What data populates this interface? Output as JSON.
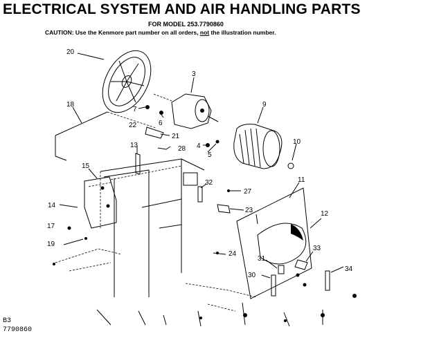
{
  "header": {
    "title": "ELECTRICAL SYSTEM AND AIR HANDLING PARTS",
    "model_line": "FOR MODEL 253.7790860",
    "caution_prefix": "CAUTION: Use the Kenmore part number on all orders, ",
    "caution_emph": "not",
    "caution_suffix": " the illustration number."
  },
  "footer": {
    "page_code": "B3",
    "diagram_id": "7790860"
  },
  "callouts": {
    "c20": "20",
    "c3": "3",
    "c18": "18",
    "c9": "9",
    "c7": "7",
    "c6": "6",
    "c22": "22",
    "c21": "21",
    "c4": "4",
    "c5": "5",
    "c10": "10",
    "c13": "13",
    "c28": "28",
    "c15": "15",
    "c32": "32",
    "c27": "27",
    "c11": "11",
    "c14": "14",
    "c23": "23",
    "c12": "12",
    "c17": "17",
    "c19": "19",
    "c24": "24",
    "c33": "33",
    "c31": "31",
    "c30": "30",
    "c34": "34"
  }
}
